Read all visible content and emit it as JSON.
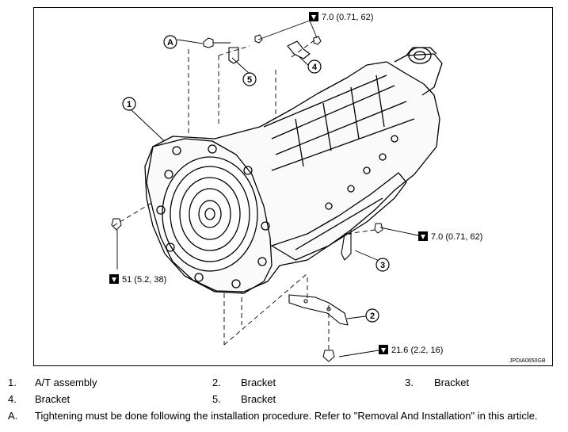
{
  "figure": {
    "callouts": [
      "1",
      "2",
      "3",
      "4",
      "5",
      "A"
    ],
    "torque": {
      "top": "7.0 (0.71, 62)",
      "right": "7.0 (0.71, 62)",
      "left": "51 (5.2, 38)",
      "bottom": "21.6 (2.2, 16)"
    },
    "code": "JPDIA0650GB",
    "torque_icon": "torque-wrench-icon"
  },
  "legend": {
    "rows": [
      [
        {
          "num": "1.",
          "text": "A/T assembly"
        },
        {
          "num": "2.",
          "text": "Bracket"
        },
        {
          "num": "3.",
          "text": "Bracket"
        }
      ],
      [
        {
          "num": "4.",
          "text": "Bracket"
        },
        {
          "num": "5.",
          "text": "Bracket"
        }
      ]
    ],
    "note": {
      "letter": "A.",
      "text": "Tightening must be done following the installation procedure.  Refer to \"Removal And Installation\" in this article."
    }
  }
}
